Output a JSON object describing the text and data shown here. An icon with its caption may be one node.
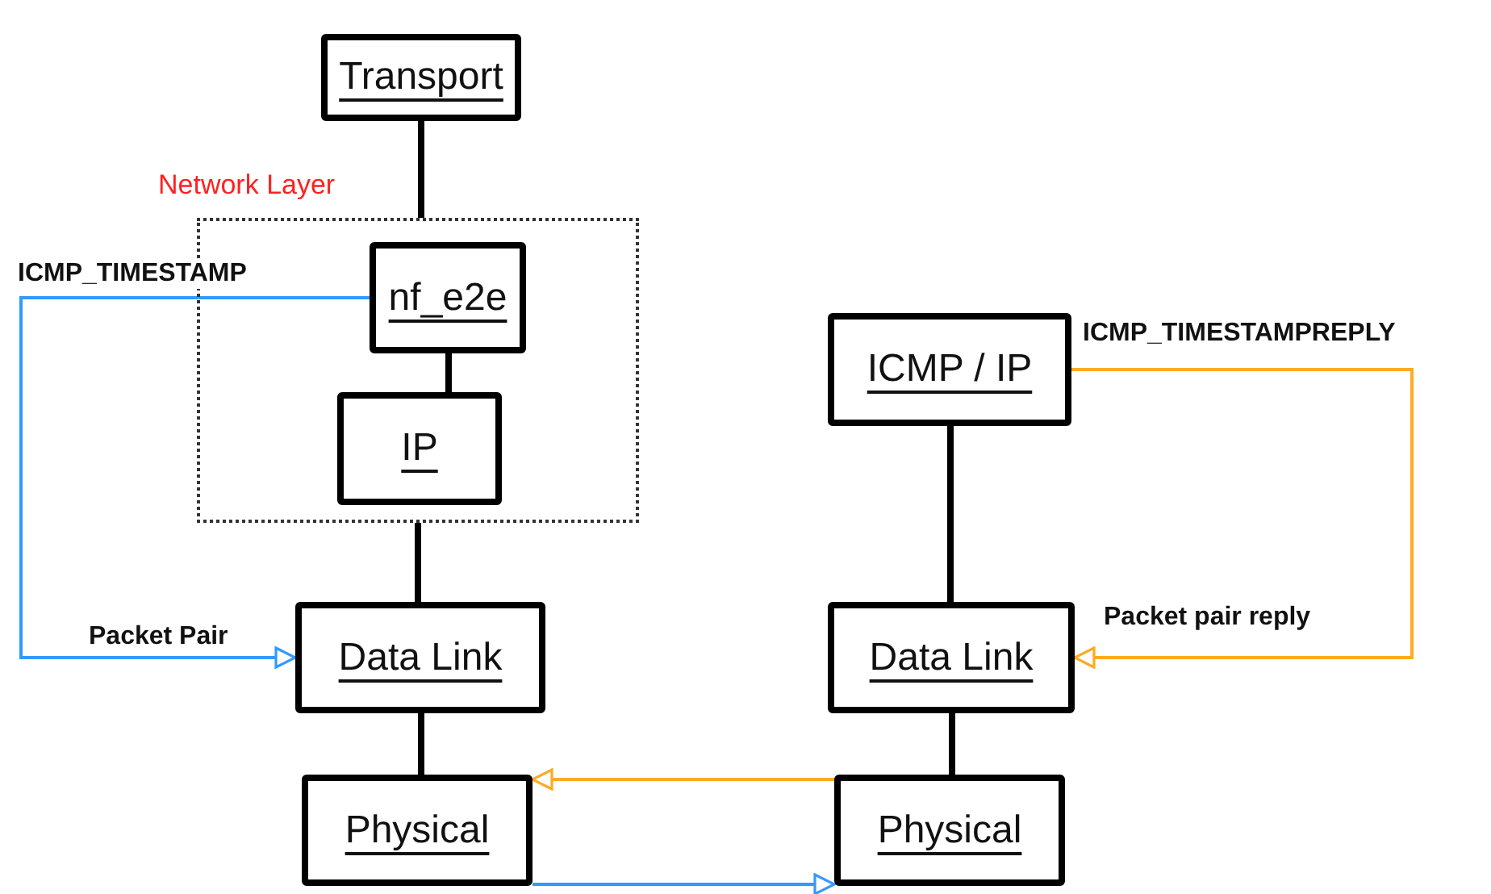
{
  "diagram": {
    "nodes": [
      {
        "text": [
          "Transport"
        ]
      },
      {
        "text": [
          "Network Layer"
        ]
      },
      {
        "text": [
          "nf_e2e"
        ],
        "in": 1
      },
      {
        "text": [
          "IP"
        ],
        "in": 1
      },
      {
        "text": [
          "Data Link"
        ]
      },
      {
        "text": [
          "Physical"
        ]
      },
      {
        "text": [
          "ICMP / IP"
        ]
      },
      {
        "text": [
          "Data Link"
        ]
      },
      {
        "text": [
          "Physical"
        ]
      }
    ],
    "edges": [
      {
        "from": 0,
        "to": 1,
        "arrow": "none"
      },
      {
        "from": 2,
        "to": 3,
        "arrow": "none"
      },
      {
        "from": 1,
        "to": 4,
        "arrow": "none"
      },
      {
        "from": 4,
        "to": 5,
        "arrow": "none"
      },
      {
        "from": 6,
        "to": 7,
        "arrow": "none"
      },
      {
        "from": 7,
        "to": 8,
        "arrow": "none"
      },
      {
        "from": 2,
        "to": 4,
        "arrow": "to",
        "label": "ICMP_TIMESTAMP",
        "color": "#3399ff"
      },
      {
        "from": 6,
        "to": 7,
        "arrow": "to",
        "label": "ICMP_TIMESTAMPREPLY",
        "color": "#ffaa22"
      },
      {
        "from": 8,
        "to": 5,
        "arrow": "to",
        "color": "#ffaa22"
      },
      {
        "from": 5,
        "to": 8,
        "arrow": "to",
        "color": "#3399ff"
      }
    ],
    "labels": [
      "Packet Pair",
      "Packet pair reply"
    ]
  }
}
